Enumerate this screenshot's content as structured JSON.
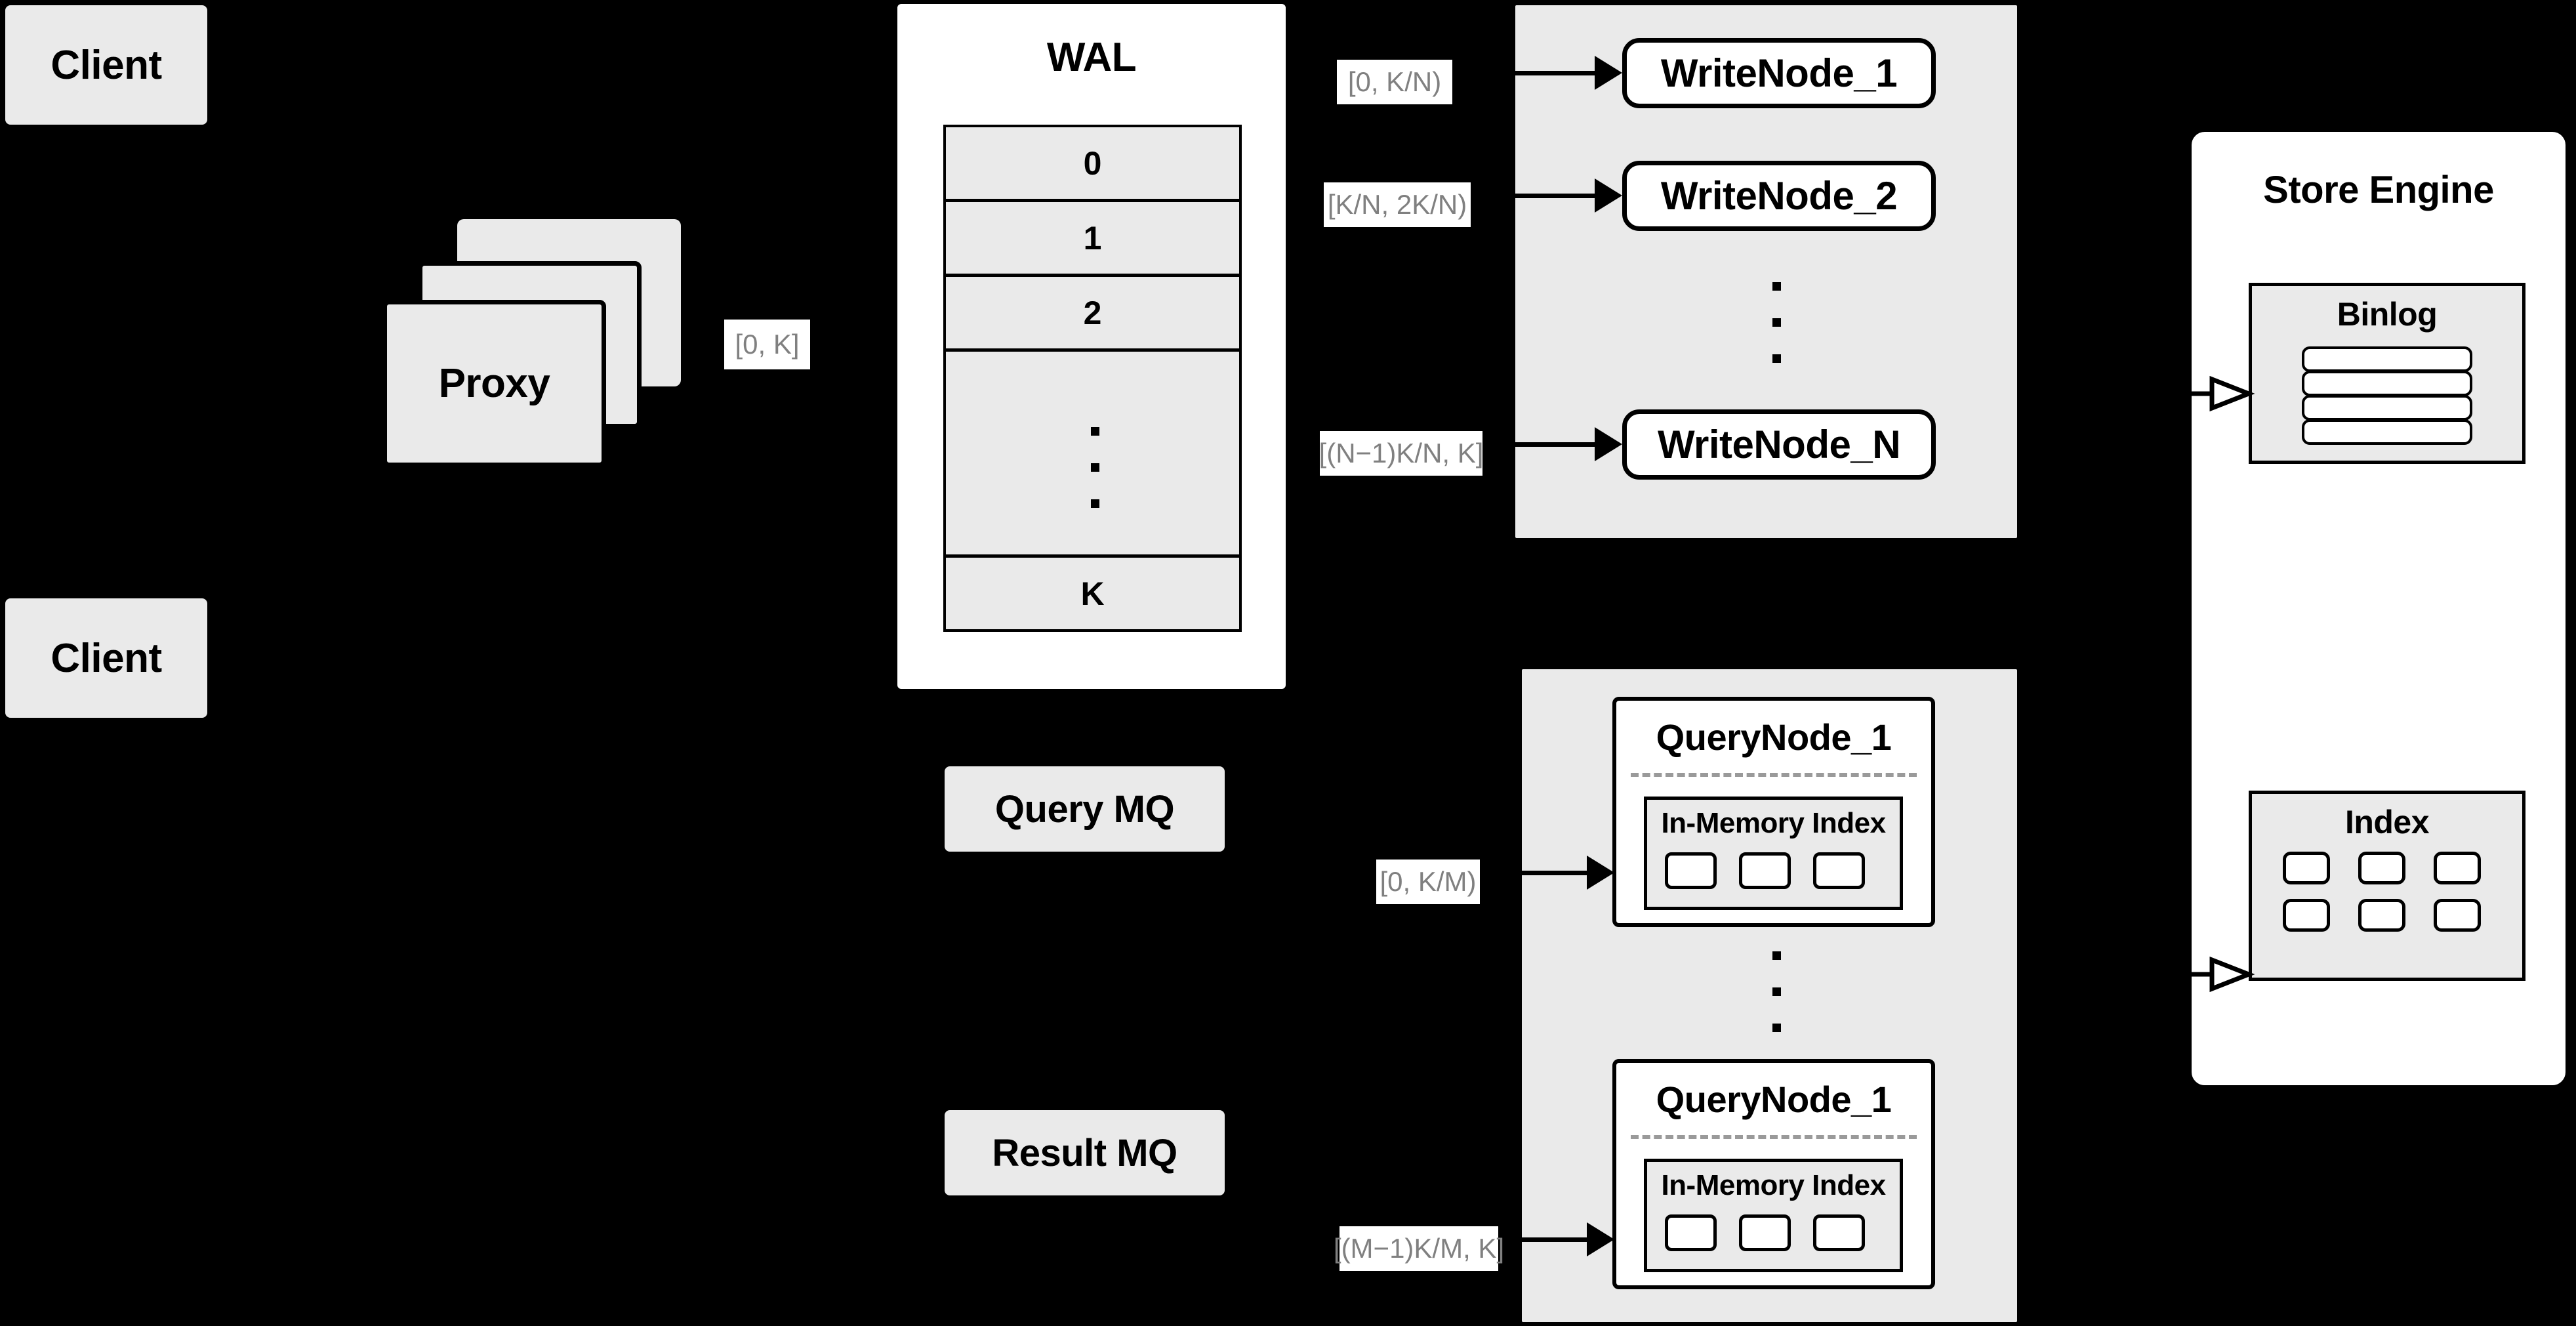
{
  "diagram": {
    "title": "Distributed Write/Query Architecture",
    "background_color": "#000000",
    "box_fill": "#EAEAEA",
    "panel_fill": "#FFFFFF",
    "stroke_color": "#000000",
    "label_text_color": "#808080"
  },
  "clients": [
    {
      "label": "Client"
    },
    {
      "label": "Client"
    }
  ],
  "proxy": {
    "label": "Proxy",
    "stack_count": 3,
    "output_range_label": "[0, K]"
  },
  "wal": {
    "title": "WAL",
    "cells": [
      "0",
      "1",
      "2",
      "···",
      "K"
    ],
    "ellipsis_cell_index": 3,
    "ellipsis_glyph": "▪"
  },
  "write_cluster": {
    "nodes": [
      {
        "label": "WriteNode_1",
        "range_label": "[0,  K/N)"
      },
      {
        "label": "WriteNode_2",
        "range_label": "[K/N, 2K/N)"
      },
      {
        "label": "WriteNode_N",
        "range_label": "[(N−1)K/N,  K]"
      }
    ],
    "ellipsis_between": true
  },
  "query_cluster": {
    "nodes": [
      {
        "label": "QueryNode_1",
        "range_label": "[0, K/M)",
        "inner": {
          "label": "In-Memory Index",
          "slot_count": 3
        }
      },
      {
        "label": "QueryNode_1",
        "range_label": "[(M−1)K/M, K]",
        "inner": {
          "label": "In-Memory Index",
          "slot_count": 3
        }
      }
    ],
    "ellipsis_between": true
  },
  "message_queues": [
    {
      "label": "Query MQ"
    },
    {
      "label": "Result MQ"
    }
  ],
  "store_engine": {
    "title": "Store Engine",
    "binlog": {
      "title": "Binlog",
      "row_count": 4
    },
    "index": {
      "title": "Index",
      "columns": 3,
      "rows": 2,
      "cell_count": 6
    }
  }
}
